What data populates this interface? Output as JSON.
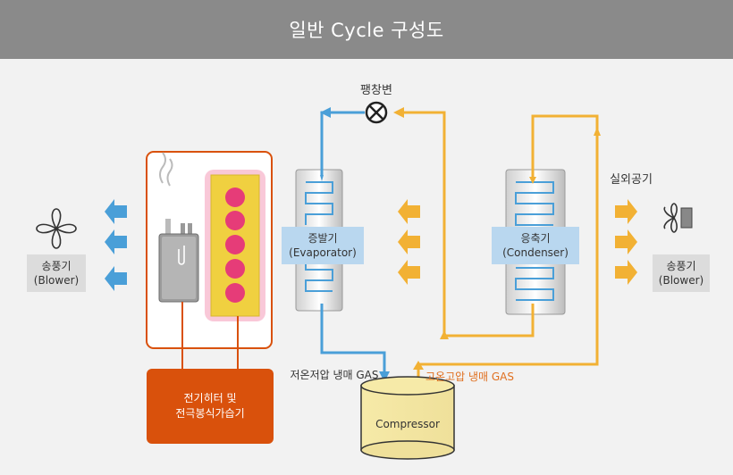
{
  "header": {
    "title": "일반 Cycle 구성도"
  },
  "labels": {
    "expansion_valve": "팽창변",
    "outdoor_air": "실외공기",
    "blower_left": {
      "line1": "송풍기",
      "line2": "(Blower)"
    },
    "blower_right": {
      "line1": "송풍기",
      "line2": "(Blower)"
    },
    "evaporator": {
      "line1": "증발기",
      "line2": "(Evaporator)"
    },
    "condenser": {
      "line1": "응축기",
      "line2": "(Condenser)"
    },
    "low_gas": "저온저압 냉매 GAS",
    "high_gas": "고온고압 냉매 GAS",
    "heater": {
      "line1": "전기히터 및",
      "line2": "전극봉식가습기"
    },
    "compressor": "Compressor"
  },
  "colors": {
    "header_bg": "#8a8a8a",
    "blue_flow": "#4a9fd8",
    "orange_flow": "#f2b134",
    "heater": "#d9510c",
    "dot_pink": "#e63c78",
    "heater_panel": "#f0d040"
  }
}
